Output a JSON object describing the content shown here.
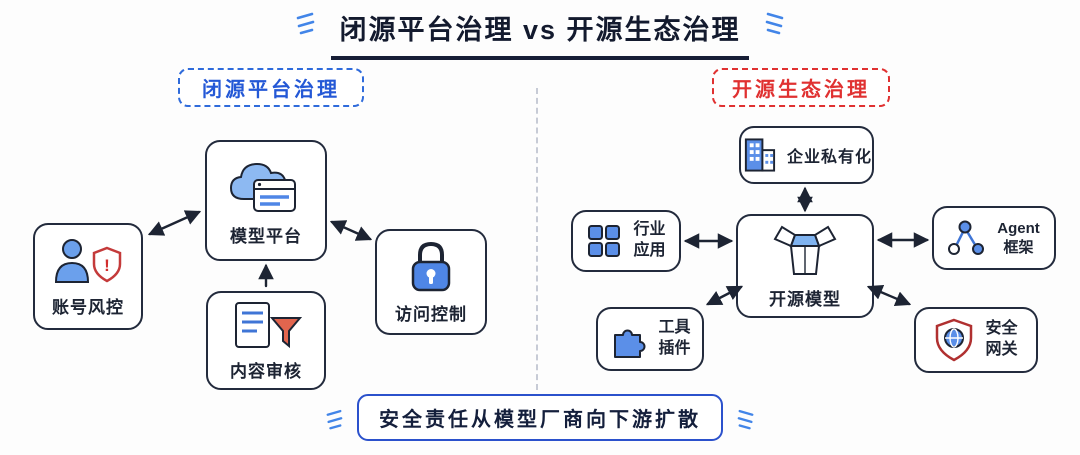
{
  "title": {
    "text": "闭源平台治理 vs 开源生态治理"
  },
  "left": {
    "label": "闭源平台治理",
    "nodes": {
      "account_risk": "账号风控",
      "model_platform": "模型平台",
      "content_review": "内容审核",
      "access_control": "访问控制"
    }
  },
  "right": {
    "label": "开源生态治理",
    "nodes": {
      "enterprise_private": "企业私有化",
      "industry_app": "行业应用",
      "open_model": "开源模型",
      "agent_framework": "Agent框架",
      "tool_plugin": "工具插件",
      "security_gateway": "安全网关"
    }
  },
  "footer": {
    "text": "安全责任从模型厂商向下游扩散"
  },
  "colors": {
    "blue_accent": "#2f6bdb",
    "red_accent": "#e03131",
    "ink": "#1d2433",
    "icon_blue": "#5b8fe8",
    "icon_blue_light": "#8db9f2",
    "funnel_red": "#e2654e"
  }
}
